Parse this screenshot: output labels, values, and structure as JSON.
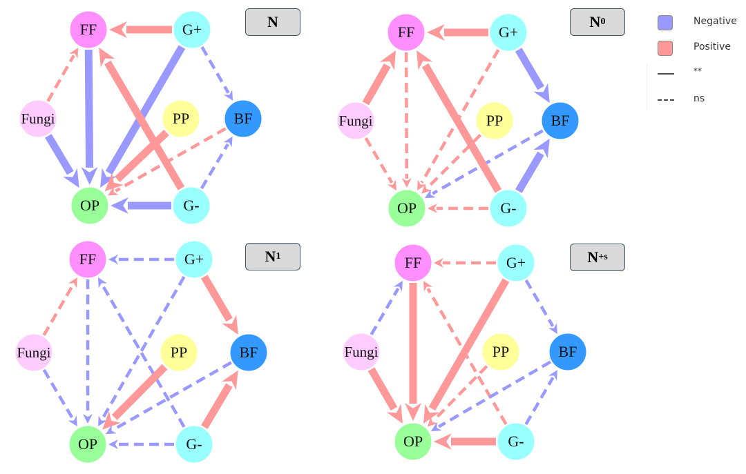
{
  "colors": {
    "negative": "#9999ff",
    "positive": "#ff9999",
    "FF": "#ff8fff",
    "Gplus": "#99ffff",
    "Gminus": "#99ffff",
    "Fungi": "#ffccff",
    "PP": "#ffff99",
    "BF": "#3399ff",
    "OP": "#99ff99"
  },
  "legend": {
    "negative_label": "Negative",
    "positive_label": "Positive",
    "significant_label": "**",
    "ns_label": "ns"
  },
  "node_labels": {
    "FF": "FF",
    "Gplus": "G+",
    "Fungi": "Fungi",
    "PP": "PP",
    "BF": "BF",
    "OP": "OP",
    "Gminus": "G-"
  },
  "panels": [
    {
      "id": "N",
      "label_main": "N",
      "label_sub": "",
      "edges": [
        {
          "from": "Gplus",
          "to": "FF",
          "sign": "positive",
          "sig": "**"
        },
        {
          "from": "FF",
          "to": "OP",
          "sign": "negative",
          "sig": "**"
        },
        {
          "from": "Gplus",
          "to": "OP",
          "sign": "negative",
          "sig": "**"
        },
        {
          "from": "Gplus",
          "to": "BF",
          "sign": "negative",
          "sig": "ns"
        },
        {
          "from": "Fungi",
          "to": "FF",
          "sign": "positive",
          "sig": "ns"
        },
        {
          "from": "Fungi",
          "to": "OP",
          "sign": "negative",
          "sig": "**"
        },
        {
          "from": "Gminus",
          "to": "FF",
          "sign": "positive",
          "sig": "**"
        },
        {
          "from": "PP",
          "to": "OP",
          "sign": "positive",
          "sig": "**"
        },
        {
          "from": "BF",
          "to": "OP",
          "sign": "positive",
          "sig": "ns"
        },
        {
          "from": "Gminus",
          "to": "BF",
          "sign": "negative",
          "sig": "ns"
        },
        {
          "from": "Gminus",
          "to": "OP",
          "sign": "negative",
          "sig": "**"
        }
      ]
    },
    {
      "id": "N0",
      "label_main": "N",
      "label_sub": "0",
      "edges": [
        {
          "from": "Gplus",
          "to": "FF",
          "sign": "positive",
          "sig": "**"
        },
        {
          "from": "Gplus",
          "to": "BF",
          "sign": "negative",
          "sig": "**"
        },
        {
          "from": "Fungi",
          "to": "FF",
          "sign": "positive",
          "sig": "**"
        },
        {
          "from": "Fungi",
          "to": "OP",
          "sign": "positive",
          "sig": "ns"
        },
        {
          "from": "FF",
          "to": "OP",
          "sign": "positive",
          "sig": "ns"
        },
        {
          "from": "Gplus",
          "to": "OP",
          "sign": "positive",
          "sig": "ns"
        },
        {
          "from": "PP",
          "to": "OP",
          "sign": "positive",
          "sig": "ns"
        },
        {
          "from": "BF",
          "to": "OP",
          "sign": "negative",
          "sig": "ns"
        },
        {
          "from": "Gminus",
          "to": "FF",
          "sign": "positive",
          "sig": "**"
        },
        {
          "from": "Gminus",
          "to": "BF",
          "sign": "negative",
          "sig": "**"
        },
        {
          "from": "Gminus",
          "to": "OP",
          "sign": "positive",
          "sig": "ns"
        }
      ]
    },
    {
      "id": "N1",
      "label_main": "N",
      "label_sub": "1",
      "edges": [
        {
          "from": "Gplus",
          "to": "FF",
          "sign": "negative",
          "sig": "ns"
        },
        {
          "from": "Gplus",
          "to": "BF",
          "sign": "positive",
          "sig": "**"
        },
        {
          "from": "Gplus",
          "to": "OP",
          "sign": "negative",
          "sig": "ns"
        },
        {
          "from": "Fungi",
          "to": "FF",
          "sign": "positive",
          "sig": "ns"
        },
        {
          "from": "Fungi",
          "to": "OP",
          "sign": "negative",
          "sig": "ns"
        },
        {
          "from": "FF",
          "to": "OP",
          "sign": "negative",
          "sig": "ns"
        },
        {
          "from": "Gminus",
          "to": "FF",
          "sign": "negative",
          "sig": "ns"
        },
        {
          "from": "PP",
          "to": "OP",
          "sign": "positive",
          "sig": "**"
        },
        {
          "from": "BF",
          "to": "OP",
          "sign": "negative",
          "sig": "ns"
        },
        {
          "from": "Gminus",
          "to": "BF",
          "sign": "positive",
          "sig": "**"
        },
        {
          "from": "Gminus",
          "to": "OP",
          "sign": "negative",
          "sig": "ns"
        }
      ]
    },
    {
      "id": "N+s",
      "label_main": "N",
      "label_sub": "+s",
      "edges": [
        {
          "from": "Gplus",
          "to": "FF",
          "sign": "positive",
          "sig": "ns"
        },
        {
          "from": "Gplus",
          "to": "BF",
          "sign": "negative",
          "sig": "ns"
        },
        {
          "from": "Gplus",
          "to": "OP",
          "sign": "positive",
          "sig": "**"
        },
        {
          "from": "Fungi",
          "to": "FF",
          "sign": "negative",
          "sig": "ns"
        },
        {
          "from": "Fungi",
          "to": "OP",
          "sign": "positive",
          "sig": "**"
        },
        {
          "from": "FF",
          "to": "OP",
          "sign": "positive",
          "sig": "**"
        },
        {
          "from": "Gminus",
          "to": "FF",
          "sign": "positive",
          "sig": "ns"
        },
        {
          "from": "PP",
          "to": "OP",
          "sign": "positive",
          "sig": "ns"
        },
        {
          "from": "BF",
          "to": "OP",
          "sign": "negative",
          "sig": "ns"
        },
        {
          "from": "Gminus",
          "to": "BF",
          "sign": "negative",
          "sig": "ns"
        },
        {
          "from": "Gminus",
          "to": "OP",
          "sign": "positive",
          "sig": "**"
        }
      ]
    }
  ]
}
